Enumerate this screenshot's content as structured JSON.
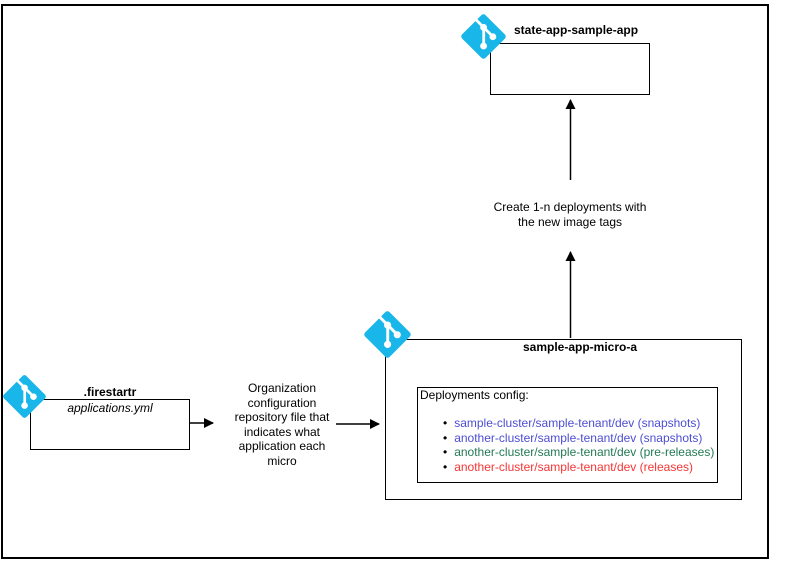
{
  "page": {
    "background": "#ffffff",
    "border_color": "#000000"
  },
  "icons": {
    "git_color": "#18b6e9",
    "git_name": "git-icon"
  },
  "nodes": {
    "state_app": {
      "label": "state-app-sample-app"
    },
    "micro_a": {
      "label": "sample-app-micro-a",
      "config_title": "Deployments config:",
      "deployments": [
        {
          "text": "sample-cluster/sample-tenant/dev (snapshots)",
          "color": "#4d4dd3"
        },
        {
          "text": "another-cluster/sample-tenant/dev (snapshots)",
          "color": "#4d4dd3"
        },
        {
          "text": "another-cluster/sample-tenant/dev (pre-releases)",
          "color": "#237a52"
        },
        {
          "text": "another-cluster/sample-tenant/dev (releases)",
          "color": "#f53535"
        }
      ]
    },
    "firestartr": {
      "label": ".firestartr",
      "file": "applications.yml"
    }
  },
  "annotations": {
    "create_deployments": "Create 1-n deployments with\nthe new image tags",
    "org_config": "Organization\nconfiguration\nrepository file that\nindicates what\napplication each\nmicro"
  }
}
